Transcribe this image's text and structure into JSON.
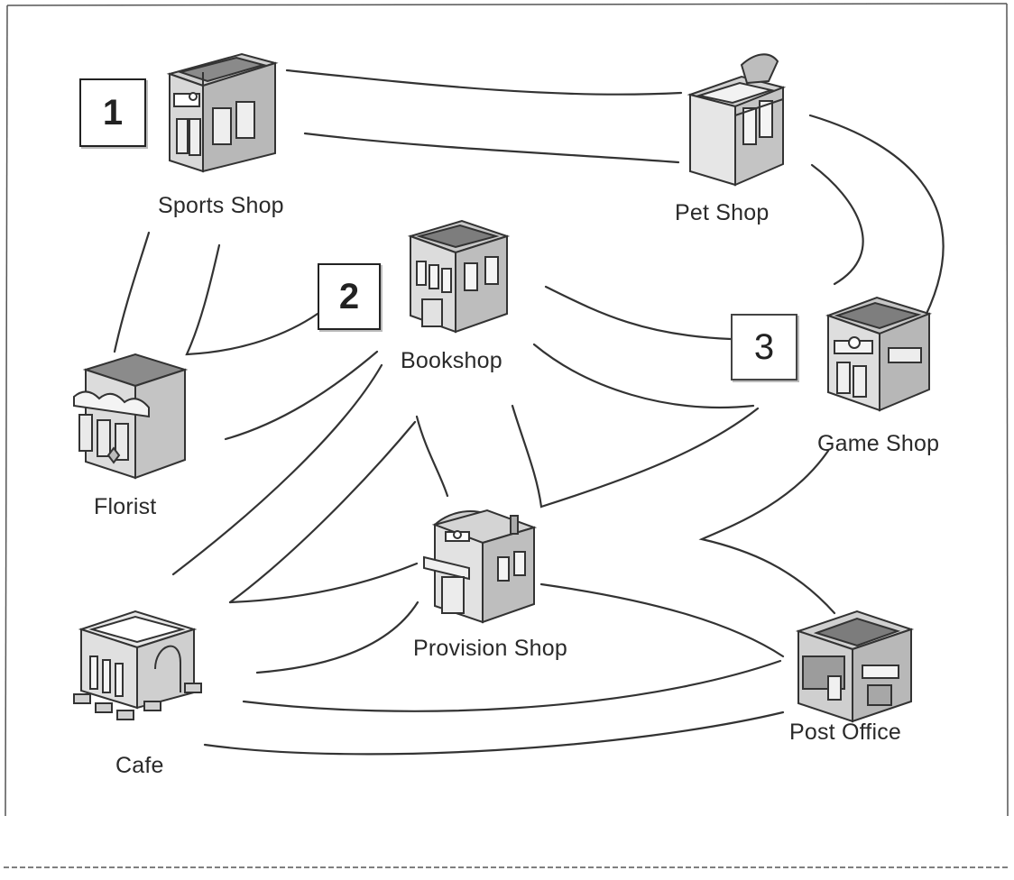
{
  "shops": {
    "sports": "Sports Shop",
    "pet": "Pet Shop",
    "book": "Bookshop",
    "game": "Game Shop",
    "florist": "Florist",
    "provision": "Provision Shop",
    "cafe": "Cafe",
    "post": "Post Office"
  },
  "markers": {
    "one": "1",
    "two": "2",
    "three": "3"
  }
}
